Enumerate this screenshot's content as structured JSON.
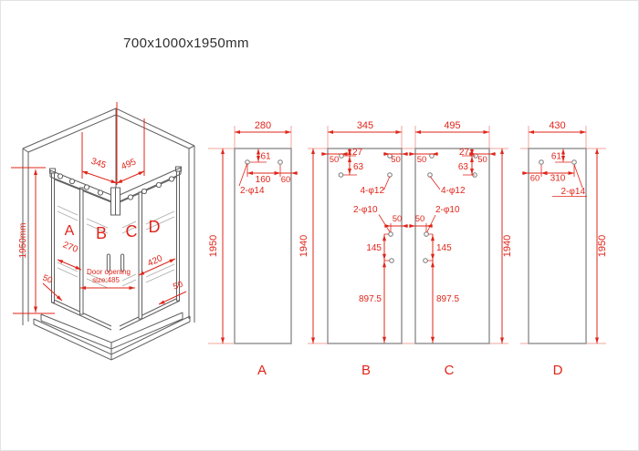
{
  "title": "700x1000x1950mm",
  "colors": {
    "dimension_red": "#e0251a",
    "extension_pink": "#f2a49d",
    "drawing_gray": "#5f5f5f",
    "panel_outline_gray": "#8f8f8f"
  },
  "iso": {
    "overall_height": "1950mm",
    "left_top_width": "345",
    "right_top_width": "495",
    "panel_a_width": "270",
    "panel_d_width": "420",
    "left_gap": "50",
    "right_gap": "50",
    "door_opening_line1": "Door opening",
    "door_opening_line2": "size:485",
    "label_a": "A",
    "label_b": "B",
    "label_c": "C",
    "label_d": "D"
  },
  "elevations": {
    "a": {
      "label": "A",
      "width": "280",
      "height": "1950",
      "top_offset": "61",
      "hole_spacing": "160",
      "edge_offset": "60",
      "holes_label": "2-φ14"
    },
    "b": {
      "label": "B",
      "width": "345",
      "height": "1940",
      "left_edge_offset": "50",
      "row1_offset": "27",
      "row2_offset": "63",
      "right_edge_offset": "50",
      "top_holes_label": "4-φ12",
      "mid_holes_label": "2-φ10",
      "mid_edge_offset": "50",
      "mid_hole_spacing": "145",
      "bottom_hole_offset": "897.5"
    },
    "c": {
      "label": "C",
      "width": "495",
      "height": "1940",
      "left_edge_offset": "50",
      "row1_offset": "27",
      "row2_offset": "63",
      "right_edge_offset": "50",
      "top_holes_label": "4-φ12",
      "mid_holes_label": "2-φ10",
      "mid_edge_offset": "50",
      "mid_hole_spacing": "145",
      "bottom_hole_offset": "897.5"
    },
    "d": {
      "label": "D",
      "width": "430",
      "height": "1950",
      "top_offset": "61",
      "edge_offset": "60",
      "hole_spacing": "310",
      "holes_label": "2-φ14"
    }
  }
}
